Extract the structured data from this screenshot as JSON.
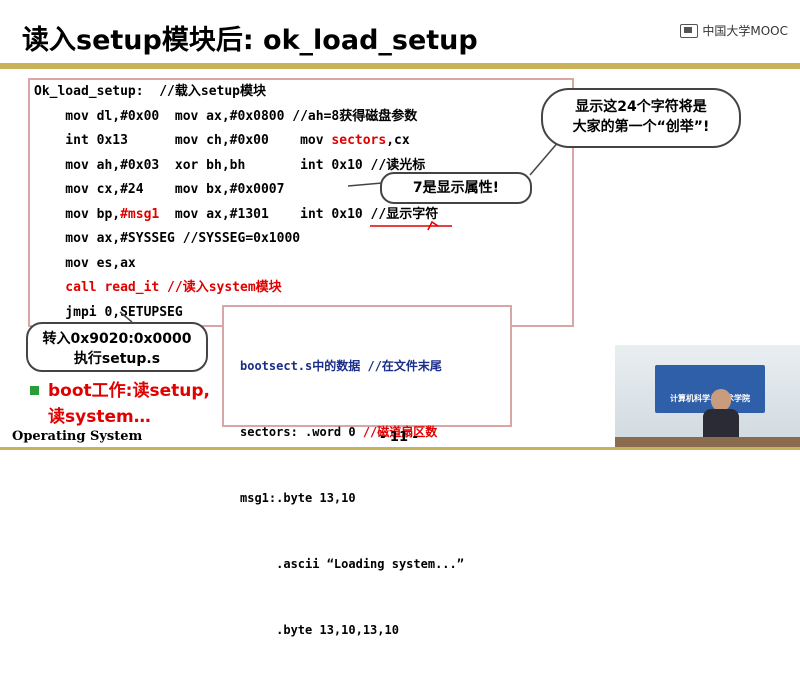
{
  "slide": {
    "title": "读入setup模块后: ok_load_setup",
    "watermark": "中国大学MOOC",
    "footer_left": "Operating System",
    "footer_page": "- 11 -"
  },
  "code_lines": [
    [
      {
        "t": "Ok_load_setup:  //载入setup模块"
      }
    ],
    [
      {
        "t": "    mov dl,#0x00  mov ax,#0x0800 //ah=8获得磁盘参数"
      }
    ],
    [
      {
        "t": "    int 0x13      mov ch,#0x00    mov "
      },
      {
        "t": "sectors",
        "c": "red"
      },
      {
        "t": ",cx"
      }
    ],
    [
      {
        "t": "    mov ah,#0x03  xor bh,bh       int 0x10 //读光标"
      }
    ],
    [
      {
        "t": "    mov cx,#24    mov bx,#0x0007"
      }
    ],
    [
      {
        "t": "    mov bp,"
      },
      {
        "t": "#msg1",
        "c": "red"
      },
      {
        "t": "  mov ax,#1301    int 0x10 //显示字符"
      }
    ],
    [
      {
        "t": "    mov ax,#SYSSEG //SYSSEG=0x1000"
      }
    ],
    [
      {
        "t": "    mov es,ax"
      }
    ],
    [
      {
        "t": "    call read_it //读入system模块",
        "c": "red"
      }
    ],
    [
      {
        "t": "    jmpi 0,SETUPSEG"
      }
    ]
  ],
  "callouts": {
    "count_note_1": "显示这24个字符将是",
    "count_note_2": "大家的第一个“创举”!",
    "attr_note": "7是显示属性!",
    "jump_note_1": "转入0x9020:0x0000",
    "jump_note_2": "执行setup.s"
  },
  "data_box": {
    "line1_a": "bootsect.s中的数据",
    "line1_b": " //在文件末尾",
    "line2_a": "sectors: .word 0 ",
    "line2_b": "//磁道扇区数",
    "line3": "msg1:.byte 13,10",
    "line4": "     .ascii “Loading system...”",
    "line5": "     .byte 13,10,13,10"
  },
  "bullet": {
    "line1": "boot工作:读setup,",
    "line2": "读system…"
  },
  "video": {
    "banner_text": "计算机科学与技术学院"
  },
  "colors": {
    "accent_bar": "#c8b25a",
    "code_border": "#d9a6a6",
    "highlight_red": "#e00000",
    "bullet_green": "#2a9d3a"
  }
}
